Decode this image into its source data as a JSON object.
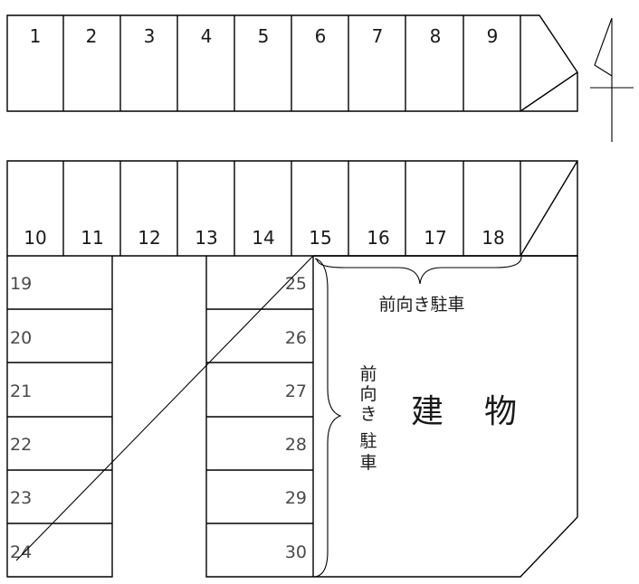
{
  "parking": {
    "top_row": [
      "1",
      "2",
      "3",
      "4",
      "5",
      "6",
      "7",
      "8",
      "9"
    ],
    "middle_row": [
      "10",
      "11",
      "12",
      "13",
      "14",
      "15",
      "16",
      "17",
      "18"
    ],
    "left_column": [
      "19",
      "20",
      "21",
      "22",
      "23",
      "24"
    ],
    "center_column": [
      "25",
      "26",
      "27",
      "28",
      "29",
      "30"
    ]
  },
  "labels": {
    "forward_parking_top": "前向き駐車",
    "forward_parking_side": [
      "前",
      "向",
      "き",
      "駐",
      "車"
    ],
    "building": [
      "建",
      "物"
    ]
  }
}
